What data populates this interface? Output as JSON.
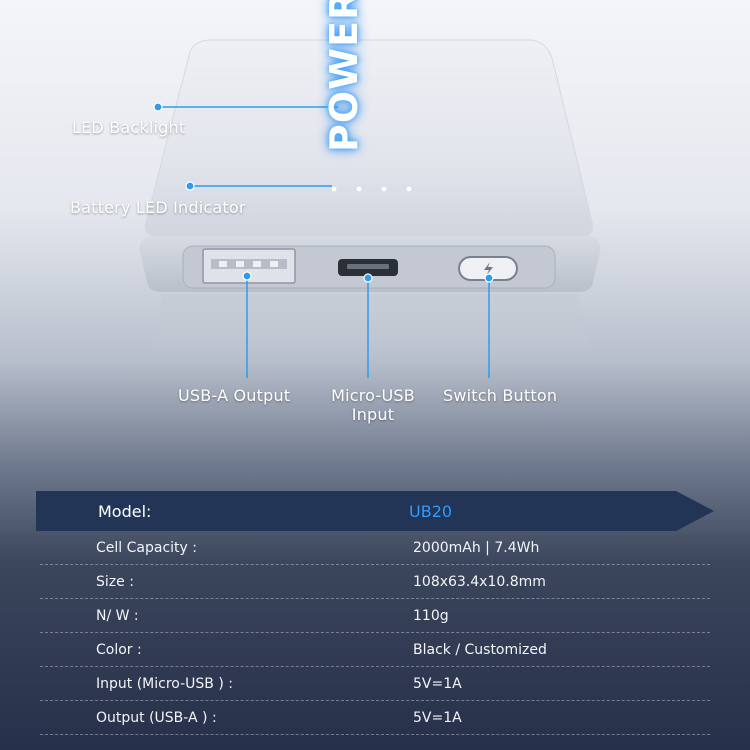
{
  "device": {
    "brand_text": "POWER",
    "led_dots": 4
  },
  "callouts": {
    "led_backlight": "LED Backlight",
    "battery_led_indicator": "Battery LED Indicator",
    "usb_a_output": "USB-A Output",
    "micro_usb_input_line1": "Micro-USB",
    "micro_usb_input_line2": "Input",
    "switch_button": "Switch Button"
  },
  "specs": {
    "header": {
      "key": "Model:",
      "value": "UB20"
    },
    "rows": [
      {
        "key": "Cell Capacity :",
        "value": "2000mAh | 7.4Wh"
      },
      {
        "key": "Size :",
        "value": "108x63.4x10.8mm"
      },
      {
        "key": "N/ W :",
        "value": "110g"
      },
      {
        "key": "Color :",
        "value": "Black / Customized"
      },
      {
        "key": "Input (Micro-USB ) :",
        "value": "5V=1A"
      },
      {
        "key": "Output (USB-A ) :",
        "value": "5V=1A"
      }
    ]
  },
  "colors": {
    "accent_blue": "#2f9bff",
    "header_bar": "#223556",
    "callout_dot": "#2d9cf0"
  }
}
